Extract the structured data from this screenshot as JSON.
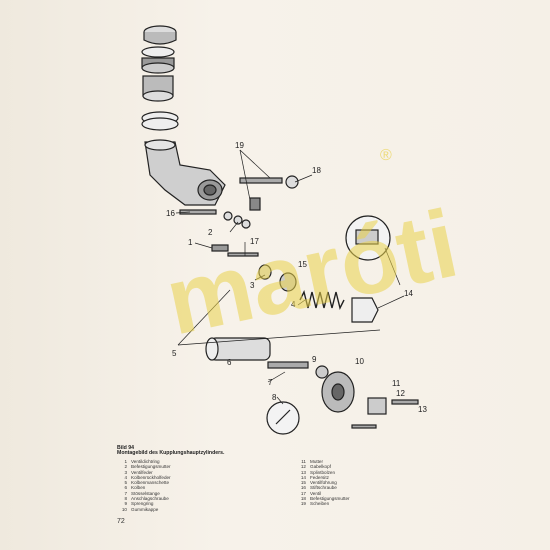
{
  "figure": {
    "title": "Bild 94",
    "subtitle": "Montagebild des Kupplungshauptzylinders.",
    "callouts": [
      "1",
      "2",
      "3",
      "4",
      "5",
      "6",
      "7",
      "8",
      "9",
      "10",
      "11",
      "12",
      "13",
      "14",
      "15",
      "16",
      "17",
      "18",
      "19"
    ]
  },
  "legend_left": [
    {
      "num": "1",
      "text": "Ventildichtring"
    },
    {
      "num": "2",
      "text": "Befestigungsmutter"
    },
    {
      "num": "3",
      "text": "Ventilfeder"
    },
    {
      "num": "4",
      "text": "Kolbenrückholfeder"
    },
    {
      "num": "5",
      "text": "Kolbenmanschette"
    },
    {
      "num": "6",
      "text": "Kolben"
    },
    {
      "num": "7",
      "text": "Stösselstange"
    },
    {
      "num": "8",
      "text": "Anschlagschraube"
    },
    {
      "num": "9",
      "text": "Sprengring"
    },
    {
      "num": "10",
      "text": "Gummikappe"
    }
  ],
  "legend_right": [
    {
      "num": "11",
      "text": "Mutter"
    },
    {
      "num": "12",
      "text": "Gabelkopf"
    },
    {
      "num": "13",
      "text": "Splintbolzen"
    },
    {
      "num": "14",
      "text": "Federsitz"
    },
    {
      "num": "15",
      "text": "Ventilführung"
    },
    {
      "num": "16",
      "text": "Stiftschraube"
    },
    {
      "num": "17",
      "text": "Ventil"
    },
    {
      "num": "18",
      "text": "Befestigungsmutter"
    },
    {
      "num": "19",
      "text": "Scheiben"
    }
  ],
  "page_number": "72",
  "watermark": {
    "text": "maróti",
    "mark": "®",
    "color": "#e9d24a"
  }
}
